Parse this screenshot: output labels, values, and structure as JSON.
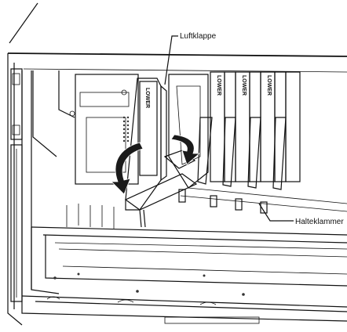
{
  "callouts": {
    "air_baffle": "Luftklappe",
    "retention_clip": "Halteklammer"
  },
  "slot_labels": {
    "lower": "LOWER"
  },
  "colors": {
    "ink": "#111111",
    "baffle_fill": "#8a8a8a",
    "baffle_dark": "#5c5c5c",
    "panel_shade": "#d4d4d4",
    "arrow_fill": "#1a1a1a"
  }
}
